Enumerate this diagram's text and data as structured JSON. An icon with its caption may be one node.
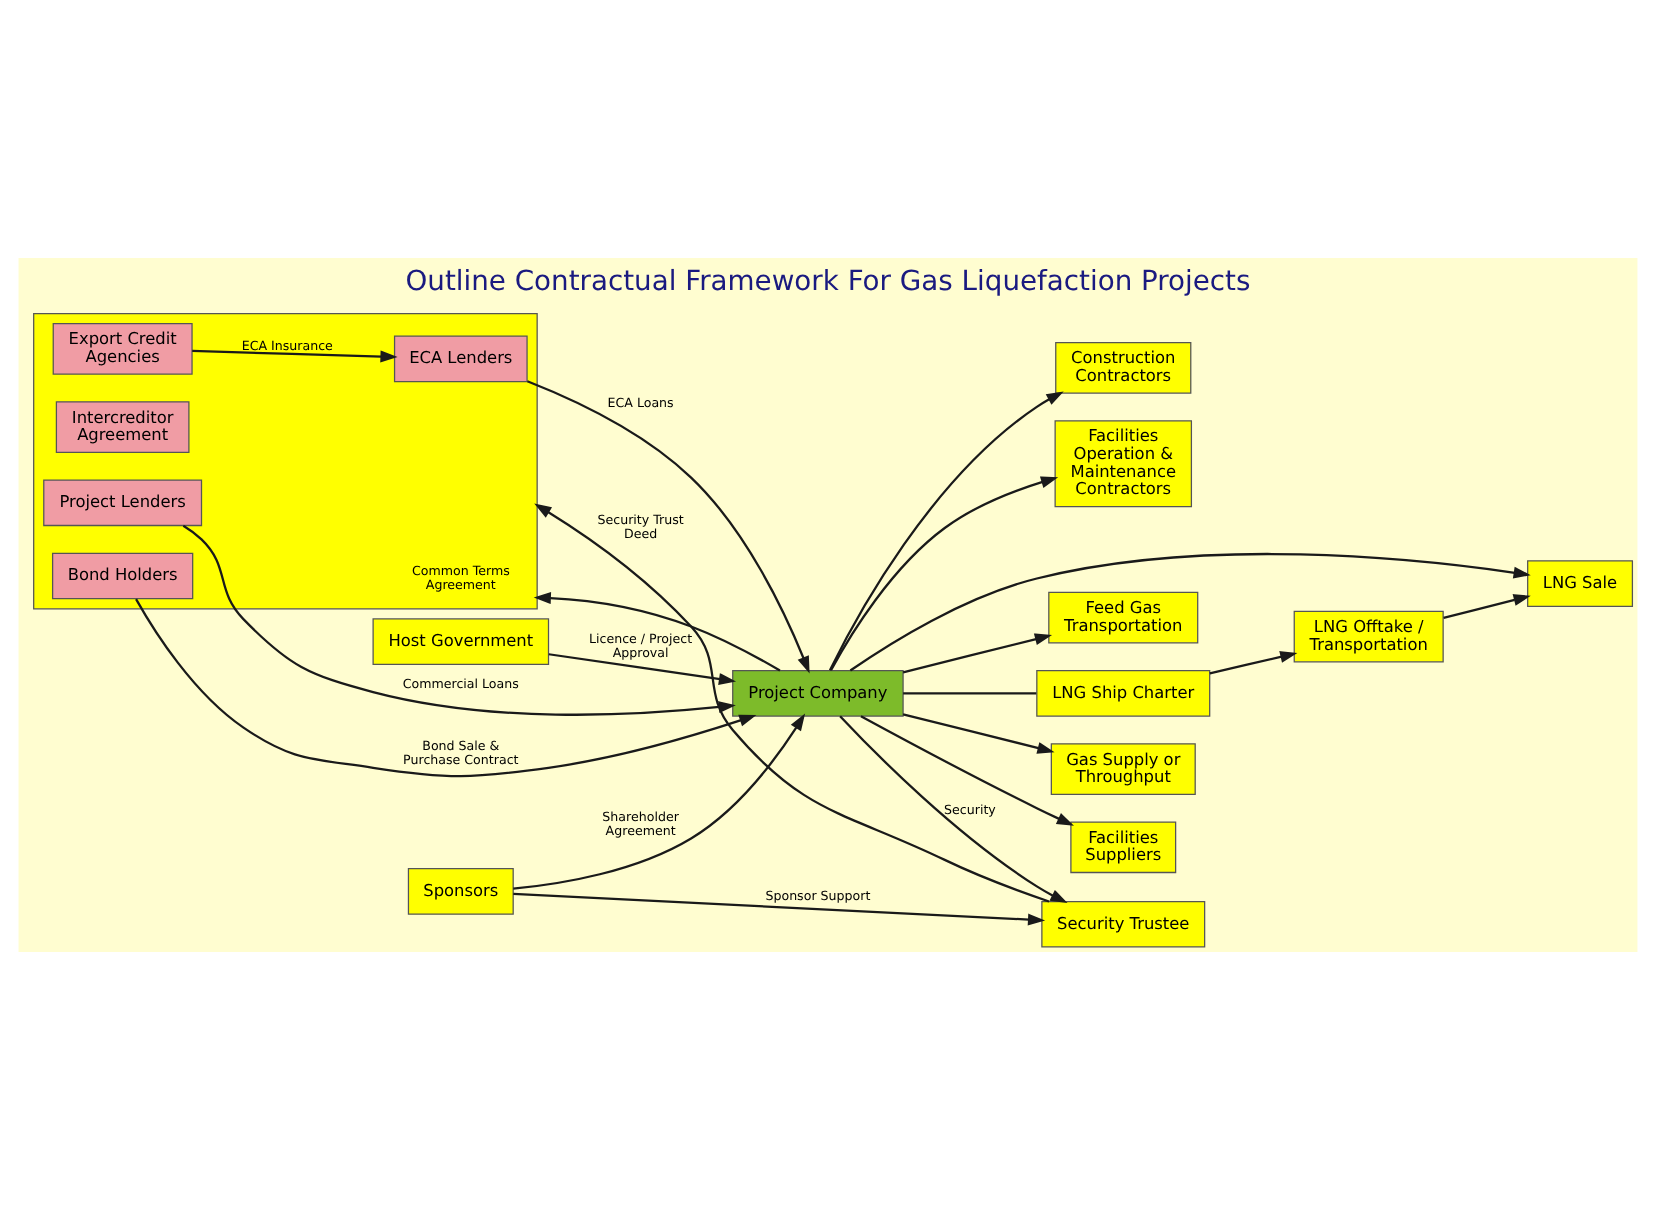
{
  "diagram": {
    "title": "Outline Contractual Framework For Gas Liquefaction Projects",
    "nodes": [
      {
        "text": [
          "LNG Offtake / Transportation"
        ]
      },
      {
        "text": [
          "LNG Sale"
        ]
      },
      {
        "text": [
          "Security Trustee"
        ]
      },
      {
        "text": [
          "Feed Gas Transportation"
        ]
      },
      {
        "text": [
          "LNG Ship Charter"
        ]
      },
      {
        "text": [
          "Sponsors"
        ]
      },
      {
        "text": [
          "Gas Supply or Throughput"
        ]
      },
      {
        "text": [
          "Project Company"
        ]
      },
      {
        "text": [
          "Host Government"
        ]
      },
      {
        "text": [],
        "shape": "box"
      },
      {
        "text": [
          "Export Credit Agencies"
        ],
        "in": 9
      },
      {
        "text": [
          "Intercreditor Agreement"
        ],
        "in": 9
      },
      {
        "text": [
          "ECA Lenders"
        ],
        "in": 9
      },
      {
        "text": [
          "Project Lenders"
        ],
        "in": 9
      },
      {
        "text": [
          "Bond Holders"
        ],
        "in": 9
      },
      {
        "text": [
          "Facilities Suppliers"
        ]
      },
      {
        "text": [
          "Construction Contractors"
        ]
      },
      {
        "text": [
          "Facilities Operation & Maintenance Contractors"
        ]
      }
    ],
    "edges": [
      {
        "from": 0,
        "to": 1,
        "arrow": "to"
      },
      {
        "from": 4,
        "to": 0,
        "arrow": "to"
      },
      {
        "from": 7,
        "to": 1,
        "arrow": "to"
      },
      {
        "from": 7,
        "to": 4,
        "arrow": "none"
      },
      {
        "from": 7,
        "to": 3,
        "arrow": "to"
      },
      {
        "from": 7,
        "to": 6,
        "arrow": "to"
      },
      {
        "from": 5,
        "to": 2,
        "arrow": "to",
        "label": "Sponsor Support"
      },
      {
        "from": 5,
        "to": 7,
        "arrow": "to",
        "label": "Shareholder Agreement"
      },
      {
        "from": 7,
        "to": 2,
        "arrow": "to",
        "label": "Security"
      },
      {
        "from": 2,
        "to": 9,
        "arrow": "to",
        "label": "Security Trust Deed"
      },
      {
        "from": 7,
        "to": 9,
        "arrow": "to",
        "label": "Common Terms Agreement"
      },
      {
        "from": 10,
        "to": 12,
        "arrow": "to",
        "label": "ECA Insurance"
      },
      {
        "from": 12,
        "to": 7,
        "arrow": "to",
        "label": "ECA Loans"
      },
      {
        "from": 13,
        "to": 7,
        "arrow": "to",
        "label": "Commercial Loans"
      },
      {
        "from": 14,
        "to": 7,
        "arrow": "to",
        "label": "Bond Sale & Purchase Contract"
      },
      {
        "from": 8,
        "to": 7,
        "arrow": "to",
        "label": "Licence / Project Approval"
      },
      {
        "from": 7,
        "to": 15,
        "arrow": "to"
      },
      {
        "from": 7,
        "to": 16,
        "arrow": "to"
      },
      {
        "from": 7,
        "to": 17,
        "arrow": "to"
      }
    ]
  }
}
